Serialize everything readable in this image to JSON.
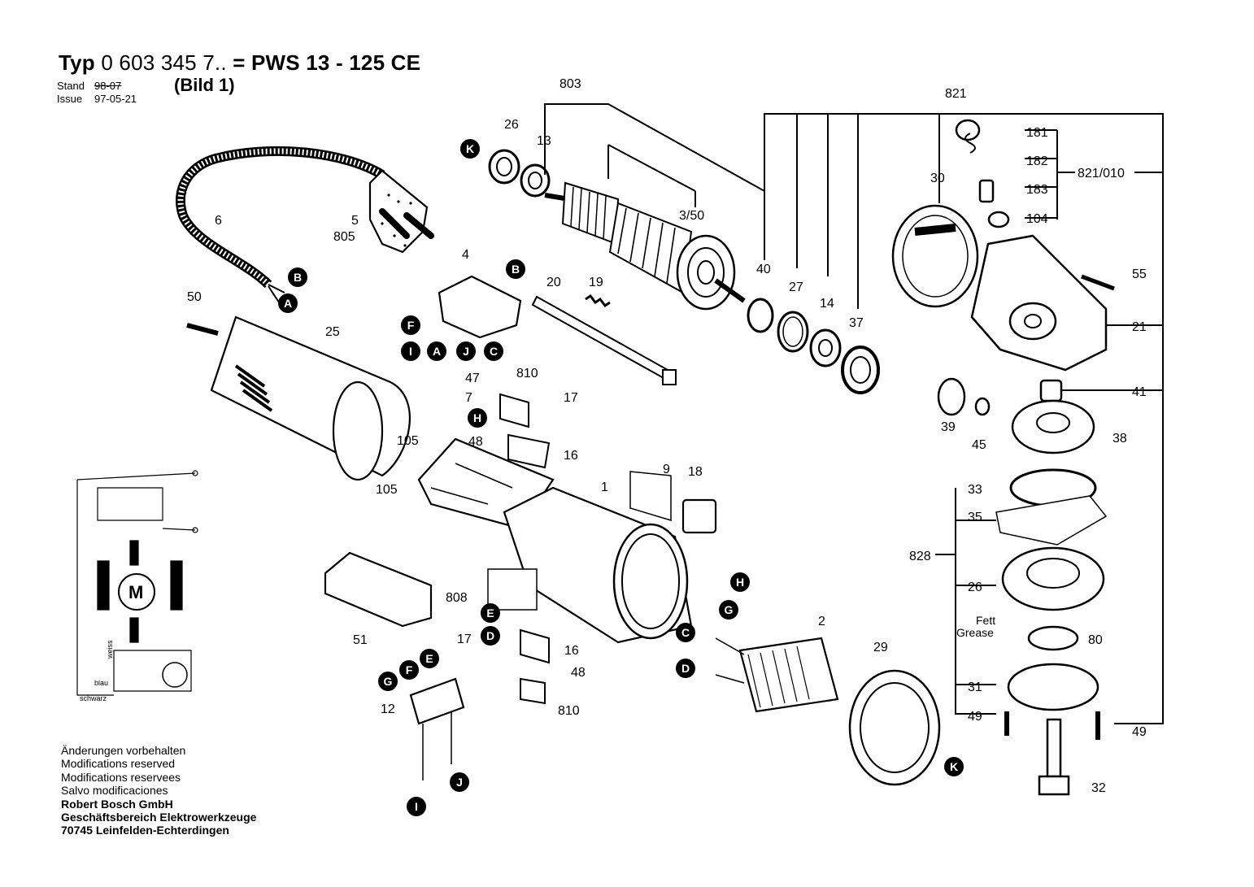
{
  "header": {
    "type_prefix": "Typ",
    "type_number": "0 603 345 7..",
    "model": "= PWS 13 - 125 CE",
    "subtitle": "(Bild 1)",
    "stand_label": "Stand",
    "stand_value": "98-07",
    "issue_label": "Issue",
    "issue_value": "97-05-21"
  },
  "footer": {
    "lines": [
      "Änderungen vorbehalten",
      "Modifications reserved",
      "Modifications reservees",
      "Salvo modificaciones"
    ],
    "bold_lines": [
      "Robert Bosch GmbH",
      "Geschäftsbereich Elektrowerkzeuge",
      "70745 Leinfelden-Echterdingen"
    ]
  },
  "part_labels": {
    "p803": "803",
    "p26a": "26",
    "p13": "13",
    "p3_50": "3/50",
    "p821": "821",
    "p181": "181",
    "p182": "182",
    "p183": "183",
    "p104": "104",
    "p821_010": "821/010",
    "p30": "30",
    "p55": "55",
    "p21": "21",
    "p6": "6",
    "p5": "5",
    "p805": "805",
    "p4": "4",
    "p20": "20",
    "p19": "19",
    "p40": "40",
    "p27": "27",
    "p14": "14",
    "p37": "37",
    "p50": "50",
    "p25": "25",
    "p47": "47",
    "p7": "7",
    "p810a": "810",
    "p17a": "17",
    "p48a": "48",
    "p16a": "16",
    "p105a": "105",
    "p105b": "105",
    "p9": "9",
    "p18": "18",
    "p1": "1",
    "p41": "41",
    "p39": "39",
    "p45": "45",
    "p38": "38",
    "p33": "33",
    "p35": "35",
    "p828": "828",
    "p26b": "26",
    "fett": "Fett",
    "grease": "Grease",
    "p80": "80",
    "p31": "31",
    "p49a": "49",
    "p49b": "49",
    "p32": "32",
    "p808": "808",
    "p51": "51",
    "p17b": "17",
    "p16b": "16",
    "p48b": "48",
    "p810b": "810",
    "p12": "12",
    "p2": "2",
    "p29": "29"
  },
  "markers": {
    "K1": "K",
    "B1": "B",
    "A1": "A",
    "B2": "B",
    "F1": "F",
    "I1": "I",
    "A2": "A",
    "J1": "J",
    "C1": "C",
    "H1": "H",
    "H2": "H",
    "G1": "G",
    "C2": "C",
    "D1": "D",
    "E1": "E",
    "D2": "D",
    "G2": "G",
    "F2": "F",
    "E2": "E",
    "J2": "J",
    "I2": "I",
    "K2": "K"
  },
  "schematic": {
    "motor_label": "M",
    "weiss": "weiss",
    "blau": "blau",
    "schwarz": "schwarz"
  }
}
